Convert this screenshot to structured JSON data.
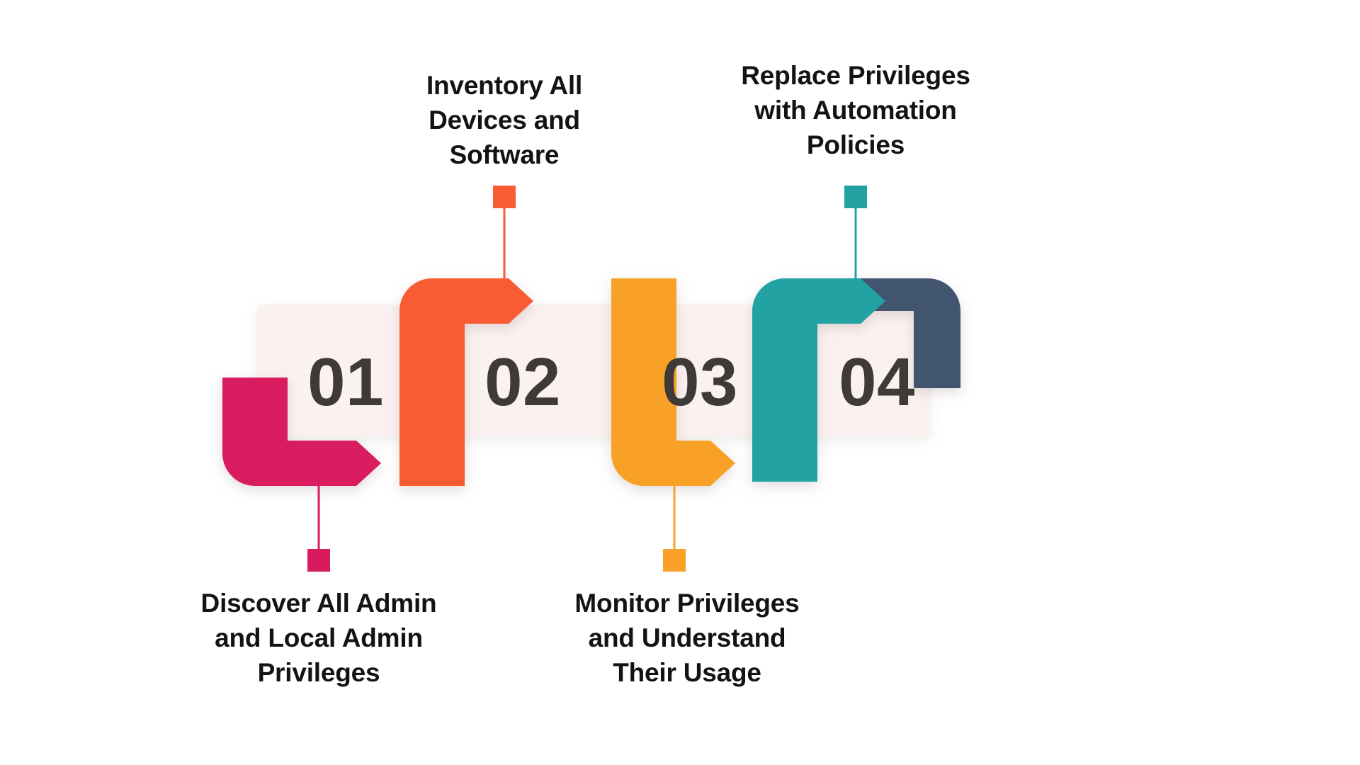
{
  "diagram": {
    "type": "process-ribbon-infographic",
    "background_color": "#ffffff",
    "card_color": "#fbf1f0",
    "number_color": "#3d3a38",
    "label_color": "#131313",
    "steps": [
      {
        "number": "01",
        "label": "Discover All Admin\nand Local Admin\nPrivileges",
        "label_position": "below",
        "color": "#d81b5f",
        "connector_color": "#d81b5f"
      },
      {
        "number": "02",
        "label": "Inventory All\nDevices and\nSoftware",
        "label_position": "above",
        "color": "#f95b33",
        "connector_color": "#f95b33"
      },
      {
        "number": "03",
        "label": "Monitor Privileges\nand Understand\nTheir Usage",
        "label_position": "below",
        "color": "#f9a128",
        "connector_color": "#f9a128"
      },
      {
        "number": "04",
        "label": "Replace Privileges\nwith Automation\nPolicies",
        "label_position": "above",
        "color": "#22a2a2",
        "connector_color": "#22a2a2"
      }
    ],
    "tail_color": "#42546e"
  }
}
